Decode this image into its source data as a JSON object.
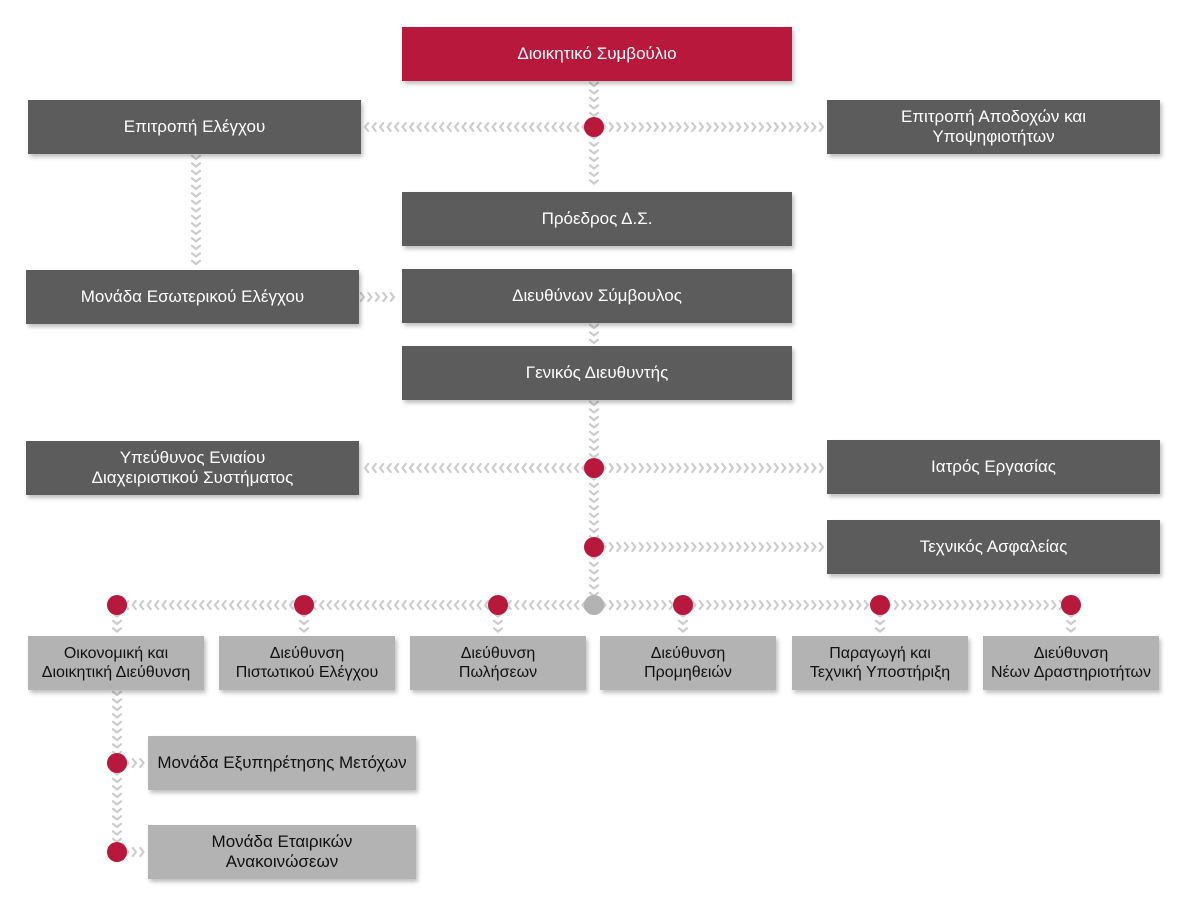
{
  "colors": {
    "accent": "#b9183d",
    "box_dark": "#5c5c5c",
    "box_light": "#b3b3b3",
    "connector": "#cccccc"
  },
  "nodes": {
    "board": "Διοικητικό Συμβούλιο",
    "audit_committee": "Επιτροπή Ελέγχου",
    "remuneration_committee": "Επιτροπή Αποδοχών και\nΥποψηφιοτήτων",
    "chairman": "Πρόεδρος Δ.Σ.",
    "internal_audit": "Μονάδα Εσωτερικού Ελέγχου",
    "ceo": "Διευθύνων Σύμβουλος",
    "general_manager": "Γενικός Διευθυντής",
    "ims_manager": "Υπεύθυνος Ενιαίου\nΔιαχειριστικού Συστήματος",
    "occupational_doctor": "Ιατρός Εργασίας",
    "safety_technician": "Τεχνικός Ασφαλείας",
    "finance_admin": "Οικονομική και\nΔιοικητική Διεύθυνση",
    "credit_control": "Διεύθυνση\nΠιστωτικού Ελέγχου",
    "sales": "Διεύθυνση\nΠωλήσεων",
    "procurement": "Διεύθυνση\nΠρομηθειών",
    "production": "Παραγωγή και\nΤεχνική Υποστήριξη",
    "new_activities": "Διεύθυνση\nΝέων Δραστηριοτήτων",
    "shareholder_services": "Μονάδα  Εξυπηρέτησης Μετόχων",
    "corporate_announcements": "Μονάδα Εταιρικών Ανακοινώσεων"
  }
}
